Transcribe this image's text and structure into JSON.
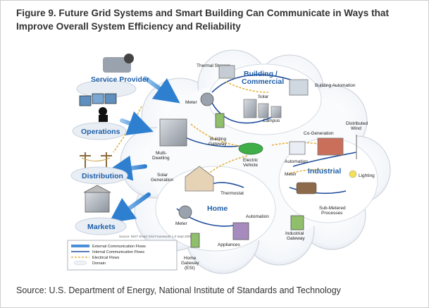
{
  "title": "Figure 9. Future Grid Systems and Smart Building Can Communicate in Ways that Improve Overall System Efficiency and Reliability",
  "source": "Source: U.S. Department of Energy, National Institute of Standards and Technology",
  "domains": {
    "service_provider": "Service Provider",
    "operations": "Operations",
    "distribution": "Distribution",
    "markets": "Markets",
    "building_commercial": "Building / Commercial",
    "industrial": "Industrial",
    "home": "Home"
  },
  "nodes": {
    "thermal_storage": "Thermal Storage",
    "building_automation": "Building Automation",
    "solar": "Solar",
    "campus": "Campus",
    "meter_building": "Meter",
    "multi_dwelling": "Multi-Dwelling",
    "building_gateway": "Building Gateway",
    "electric_vehicle": "Electric Vehicle",
    "solar_generation": "Solar Generation",
    "thermostat": "Thermostat",
    "automation_home": "Automation",
    "meter_home": "Meter",
    "appliances": "Appliances",
    "home_gateway": "Home Gateway (ESI)",
    "co_generation": "Co-Generation",
    "distributed_wind": "Distributed Wind",
    "automation_industrial": "Automation",
    "meter_industrial": "Meter",
    "lighting": "Lighting",
    "sub_metered": "Sub-Metered Processes",
    "industrial_gateway": "Industrial Gateway"
  },
  "credit": "Source: NIST Smart Grid Framework 1.0 Sept 2009",
  "legend": {
    "external": "External Communication Flows",
    "internal": "Internal Communication Flows",
    "electrical": "Electrical Flows",
    "domain": "Domain"
  },
  "colors": {
    "external_flow": "#4a90d9",
    "internal_flow": "#1f4e9a",
    "electrical_flow": "#e2b23a",
    "domain_label": "#1f5fa8"
  }
}
